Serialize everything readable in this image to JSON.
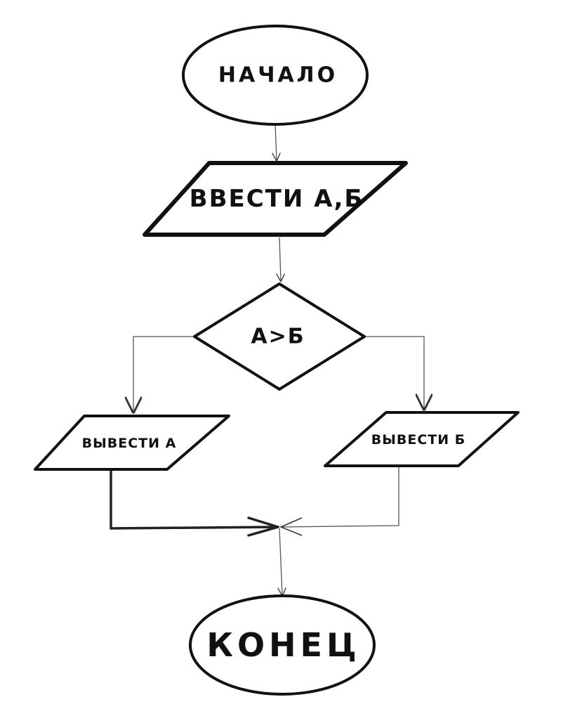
{
  "flowchart": {
    "start": {
      "label": "НАЧАЛО"
    },
    "input": {
      "label": "ВВЕСТИ А,Б"
    },
    "condition": {
      "label": "А>Б"
    },
    "output_left": {
      "label": "ВЫВЕСТИ А"
    },
    "output_right": {
      "label": "ВЫВЕСТИ Б"
    },
    "end": {
      "label": "КОНЕЦ"
    }
  },
  "colors": {
    "background": "#ffffff",
    "stroke": "#111111"
  }
}
